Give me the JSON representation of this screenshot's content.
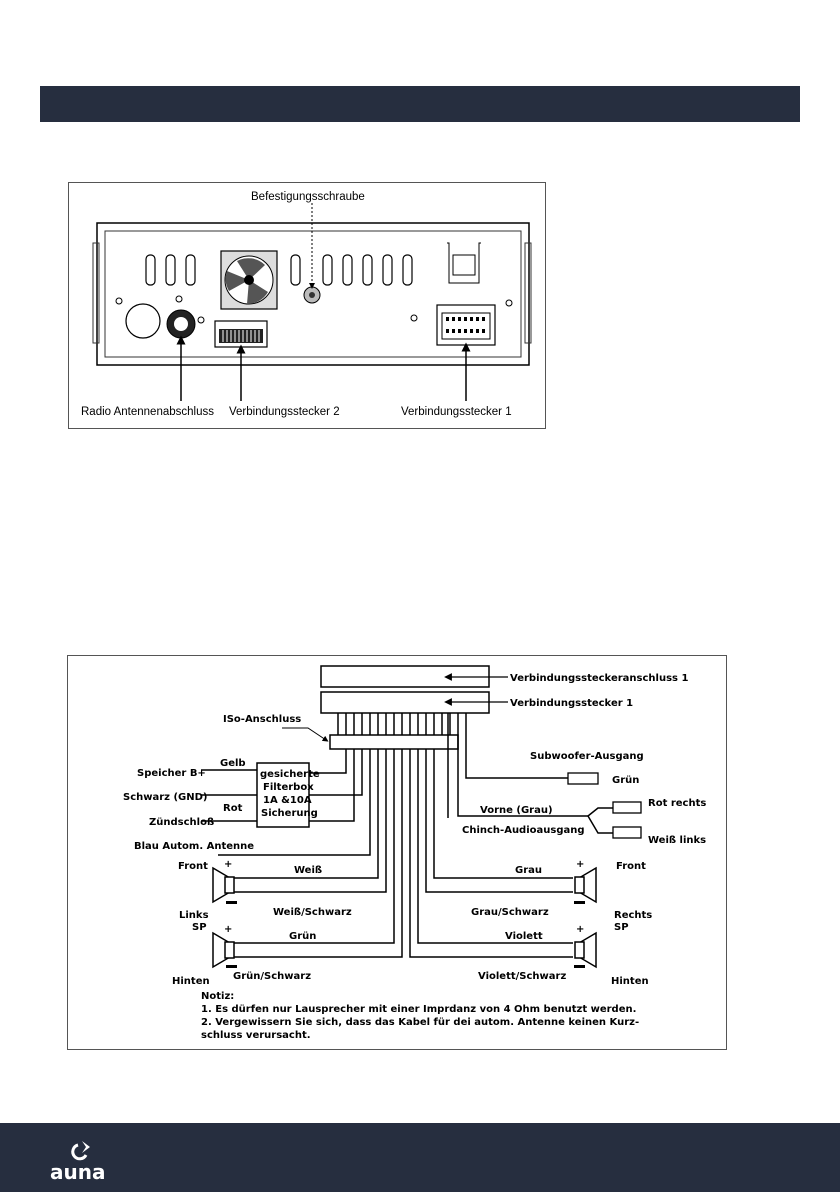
{
  "figure1": {
    "labels": {
      "screw": "Befestigungsschraube",
      "antenna": "Radio Antennenabschluss",
      "connector2": "Verbindungsstecker 2",
      "connector1": "Verbindungsstecker 1"
    }
  },
  "figure2": {
    "labels": {
      "port1": "Verbindungssteckeranschluss 1",
      "connector1": "Verbindungsstecker 1",
      "iso": "ISo-Anschluss",
      "subwoofer": "Subwoofer-Ausgang",
      "gruen_sub": "Grün",
      "gelb": "Gelb",
      "speicher": "Speicher B+",
      "schwarz": "Schwarz (GND)",
      "rot": "Rot",
      "zuend": "Zündschloß",
      "filter_1": "gesicherte",
      "filter_2": "Filterbox",
      "filter_3": "1A &10A",
      "filter_4": "Sicherung",
      "vorne": "Vorne (Grau)",
      "chinch": "Chinch-Audioausgang",
      "rot_rechts": "Rot rechts",
      "weiss_links": "Weiß links",
      "blau": "Blau Autom. Antenne",
      "front_l": "Front",
      "front_r": "Front",
      "weiss": "Weiß",
      "weiss_schwarz": "Weiß/Schwarz",
      "grau": "Grau",
      "grau_schwarz": "Grau/Schwarz",
      "links_1": "Links",
      "links_2": "SP",
      "rechts_1": "Rechts",
      "rechts_2": "SP",
      "gruen": "Grün",
      "gruen_schwarz": "Grün/Schwarz",
      "violett": "Violett",
      "violett_schwarz": "Violett/Schwarz",
      "hinten_l": "Hinten",
      "hinten_r": "Hinten",
      "plus": "+",
      "notiz": "Notiz:",
      "note1": "1. Es dürfen nur Lausprecher mit einer Imprdanz von 4 Ohm benutzt werden.",
      "note2a": "2. Vergewissern Sie sich, dass das Kabel für dei autom. Antenne keinen Kurz-",
      "note2b": "schluss verursacht."
    }
  },
  "footer": {
    "brand": "auna"
  }
}
